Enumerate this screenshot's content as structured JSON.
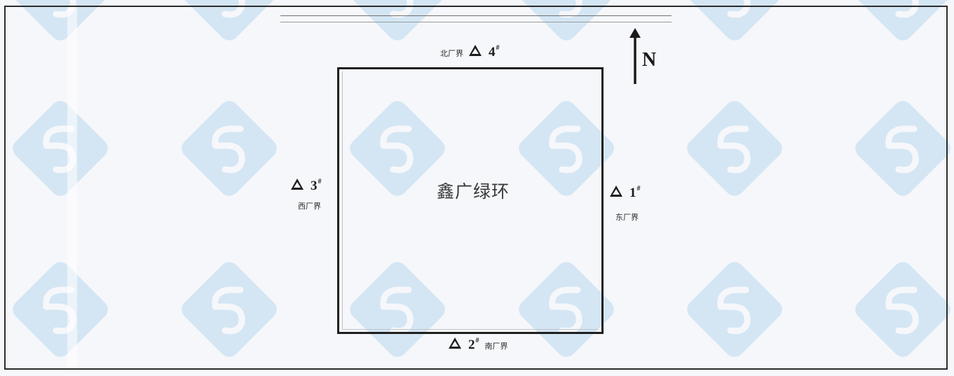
{
  "site": {
    "name": "鑫广绿环"
  },
  "north_arrow": {
    "letter": "N"
  },
  "points": {
    "p1": {
      "num": "1",
      "sup": "#",
      "boundary": "东厂界"
    },
    "p2": {
      "num": "2",
      "sup": "#",
      "boundary": "南厂界"
    },
    "p3": {
      "num": "3",
      "sup": "#",
      "boundary": "西厂界"
    },
    "p4": {
      "num": "4",
      "sup": "#",
      "boundary": "北厂界"
    }
  },
  "colors": {
    "watermark": "#c5dff3",
    "line": "#1f1f1f",
    "background": "#f6f7fa"
  },
  "watermark_icon": "diamond-logo-icon"
}
